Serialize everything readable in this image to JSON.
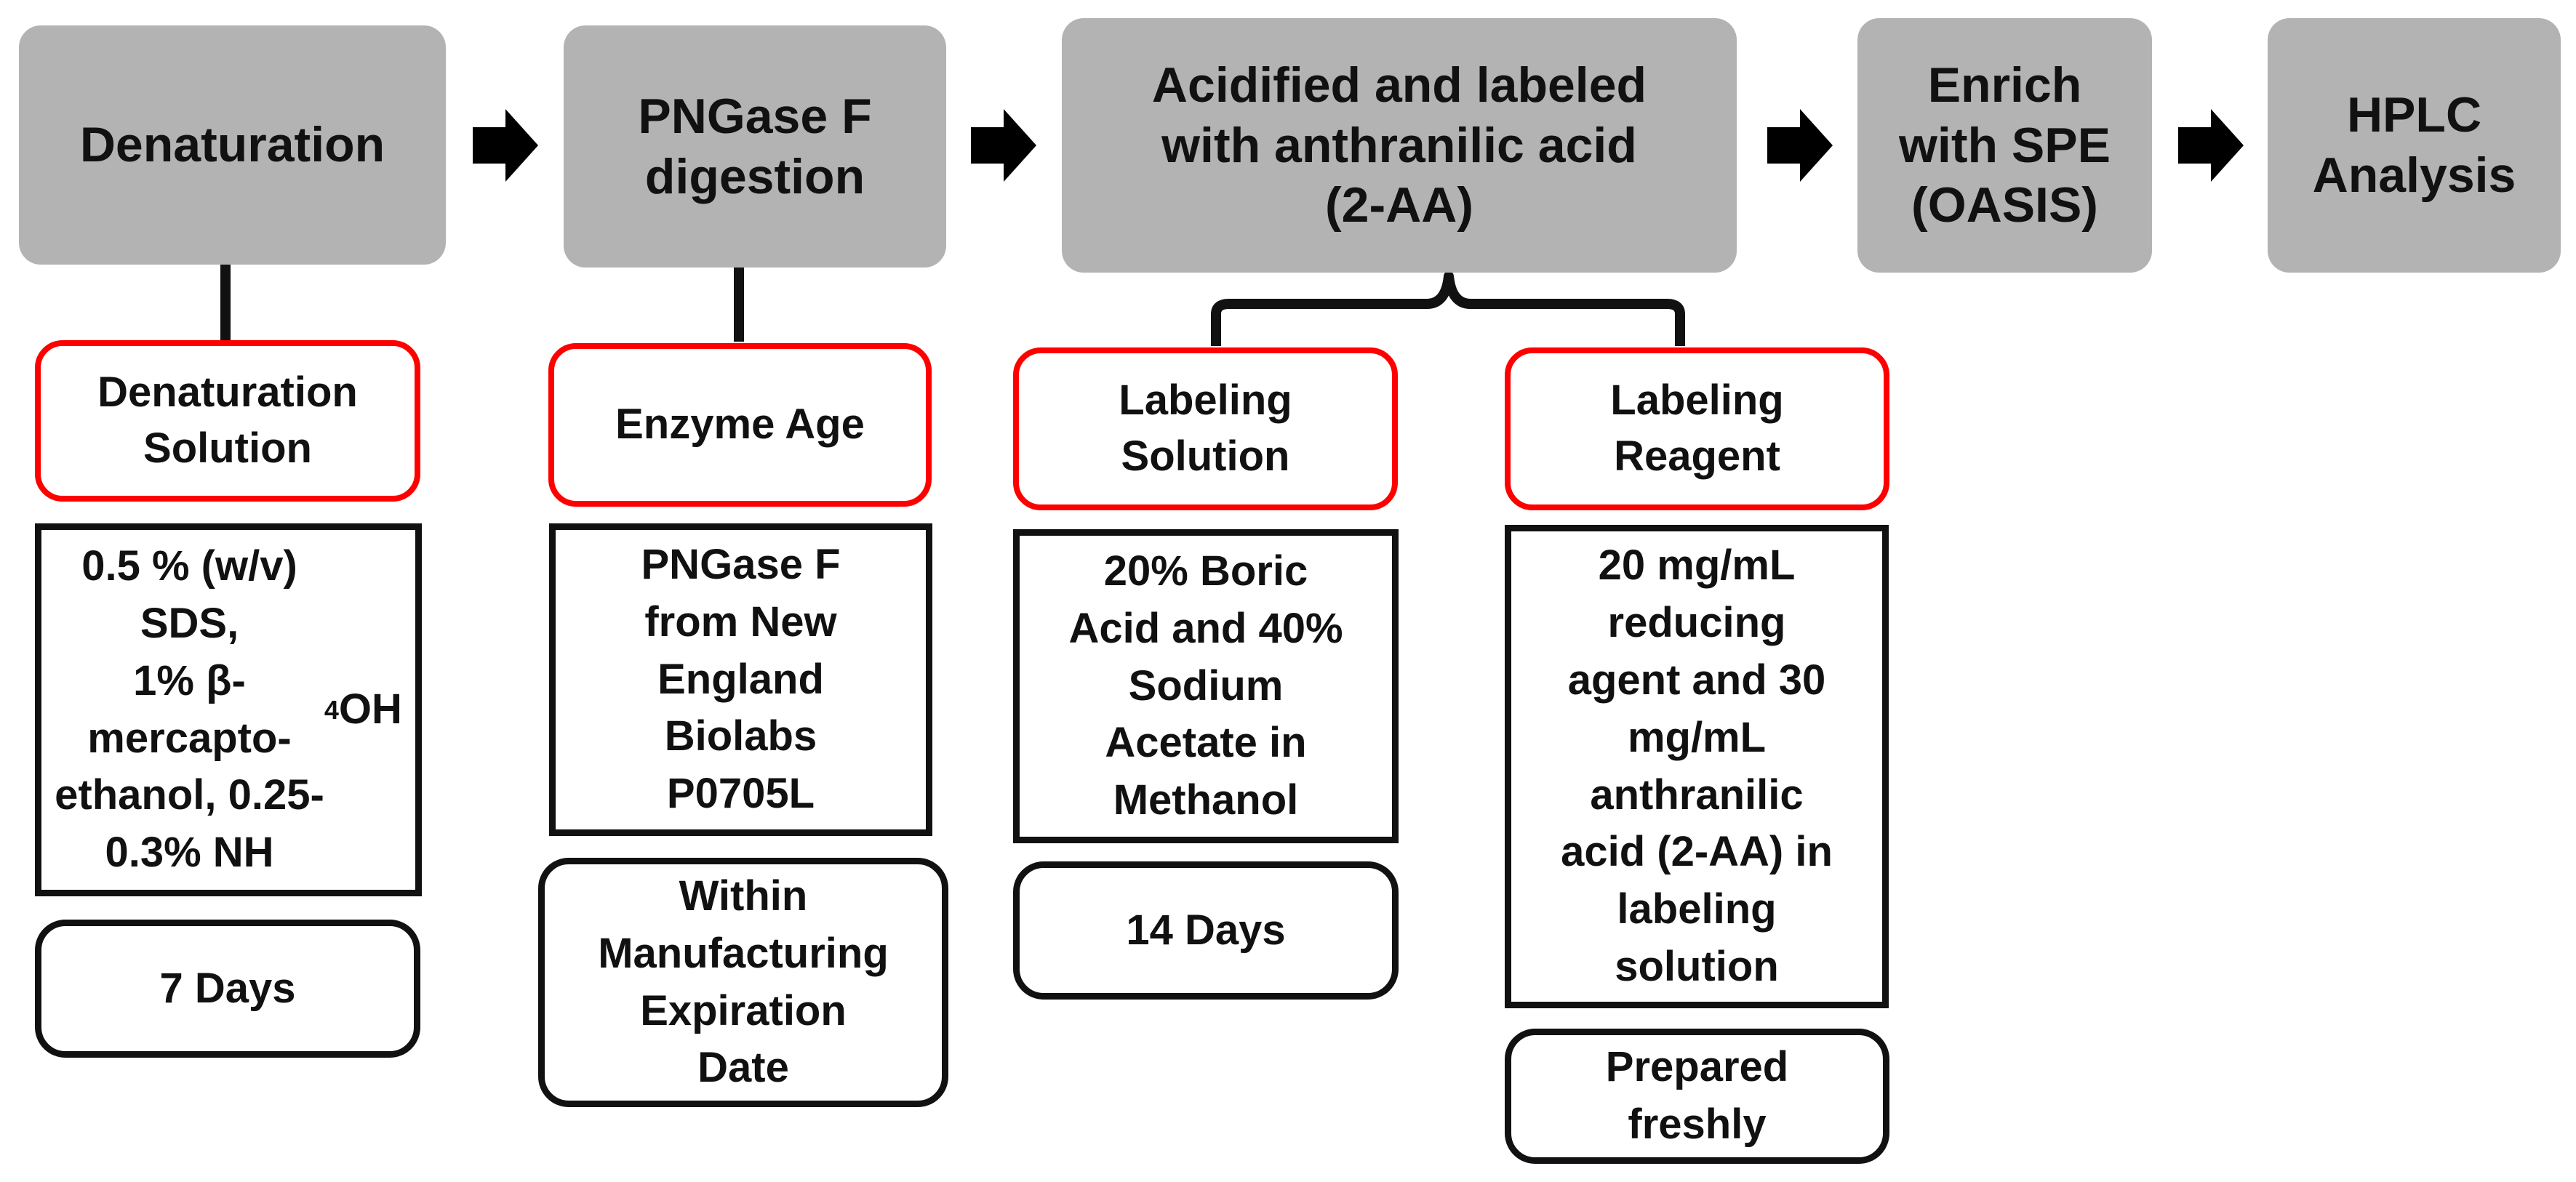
{
  "steps": [
    {
      "label": "Denaturation"
    },
    {
      "label": "PNGase F\ndigestion"
    },
    {
      "label": "Acidified and labeled\nwith anthranilic acid\n(2-AA)"
    },
    {
      "label": "Enrich\nwith SPE\n(OASIS)"
    },
    {
      "label": "HPLC\nAnalysis"
    }
  ],
  "parameters": [
    {
      "label": "Denaturation\nSolution"
    },
    {
      "label": "Enzyme Age"
    },
    {
      "label": "Labeling\nSolution"
    },
    {
      "label": "Labeling\nReagent"
    }
  ],
  "details": [
    {
      "before_sub": "0.5 % (w/v)\nSDS,\n1% β-\nmercapto-\nethanol, 0.25-\n0.3% NH",
      "sub": "4",
      "after_sub": "OH"
    },
    {
      "label": "PNGase F\nfrom New\nEngland\nBiolabs\nP0705L"
    },
    {
      "label": "20% Boric\nAcid and 40%\nSodium\nAcetate in\nMethanol"
    },
    {
      "label": "20 mg/mL\nreducing\nagent and 30\nmg/mL\nanthranilic\nacid (2-AA) in\nlabeling\nsolution"
    }
  ],
  "stability": [
    {
      "label": "7 Days"
    },
    {
      "label": "Within\nManufacturing\nExpiration\nDate"
    },
    {
      "label": "14 Days"
    },
    {
      "label": "Prepared\nfreshly"
    }
  ],
  "colors": {
    "step_fill": "#b3b3b3",
    "parameter_border": "#ff0000",
    "detail_border": "#111111",
    "arrow": "#000000"
  }
}
